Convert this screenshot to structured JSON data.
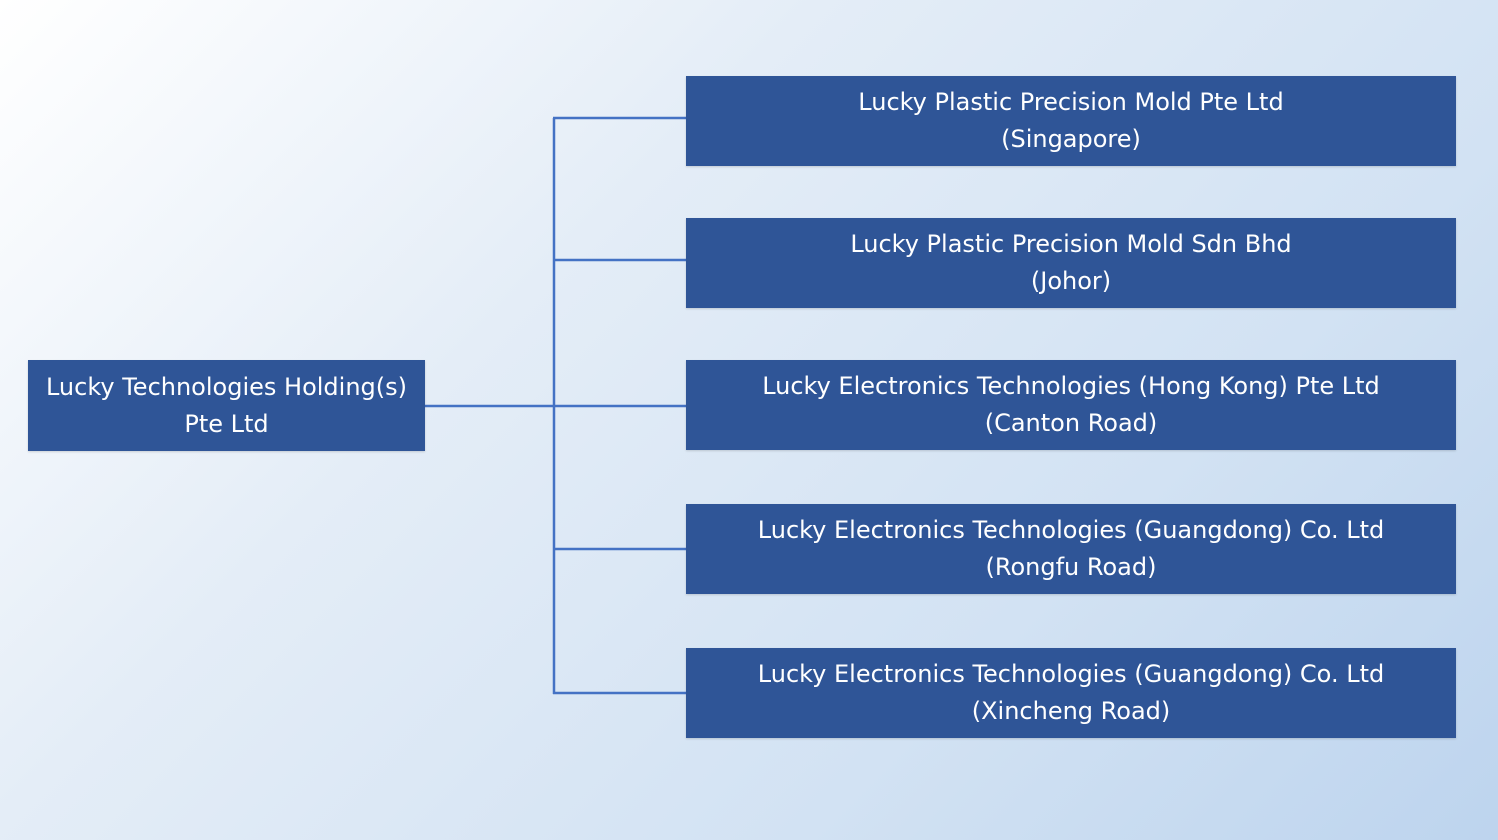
{
  "diagram": {
    "root": {
      "line1": "Lucky Technologies Holding(s)",
      "line2": "Pte Ltd"
    },
    "children": [
      {
        "line1": "Lucky Plastic Precision Mold Pte Ltd",
        "line2": "(Singapore)"
      },
      {
        "line1": "Lucky Plastic Precision Mold Sdn Bhd",
        "line2": "(Johor)"
      },
      {
        "line1": "Lucky Electronics Technologies (Hong Kong) Pte Ltd",
        "line2": "(Canton Road)"
      },
      {
        "line1": "Lucky Electronics Technologies (Guangdong) Co. Ltd",
        "line2": "(Rongfu Road)"
      },
      {
        "line1": "Lucky Electronics Technologies (Guangdong) Co. Ltd",
        "line2": "(Xincheng Road)"
      }
    ],
    "colors": {
      "box_fill": "#2f5597",
      "box_text": "#ffffff",
      "connector": "#4472c4"
    }
  }
}
